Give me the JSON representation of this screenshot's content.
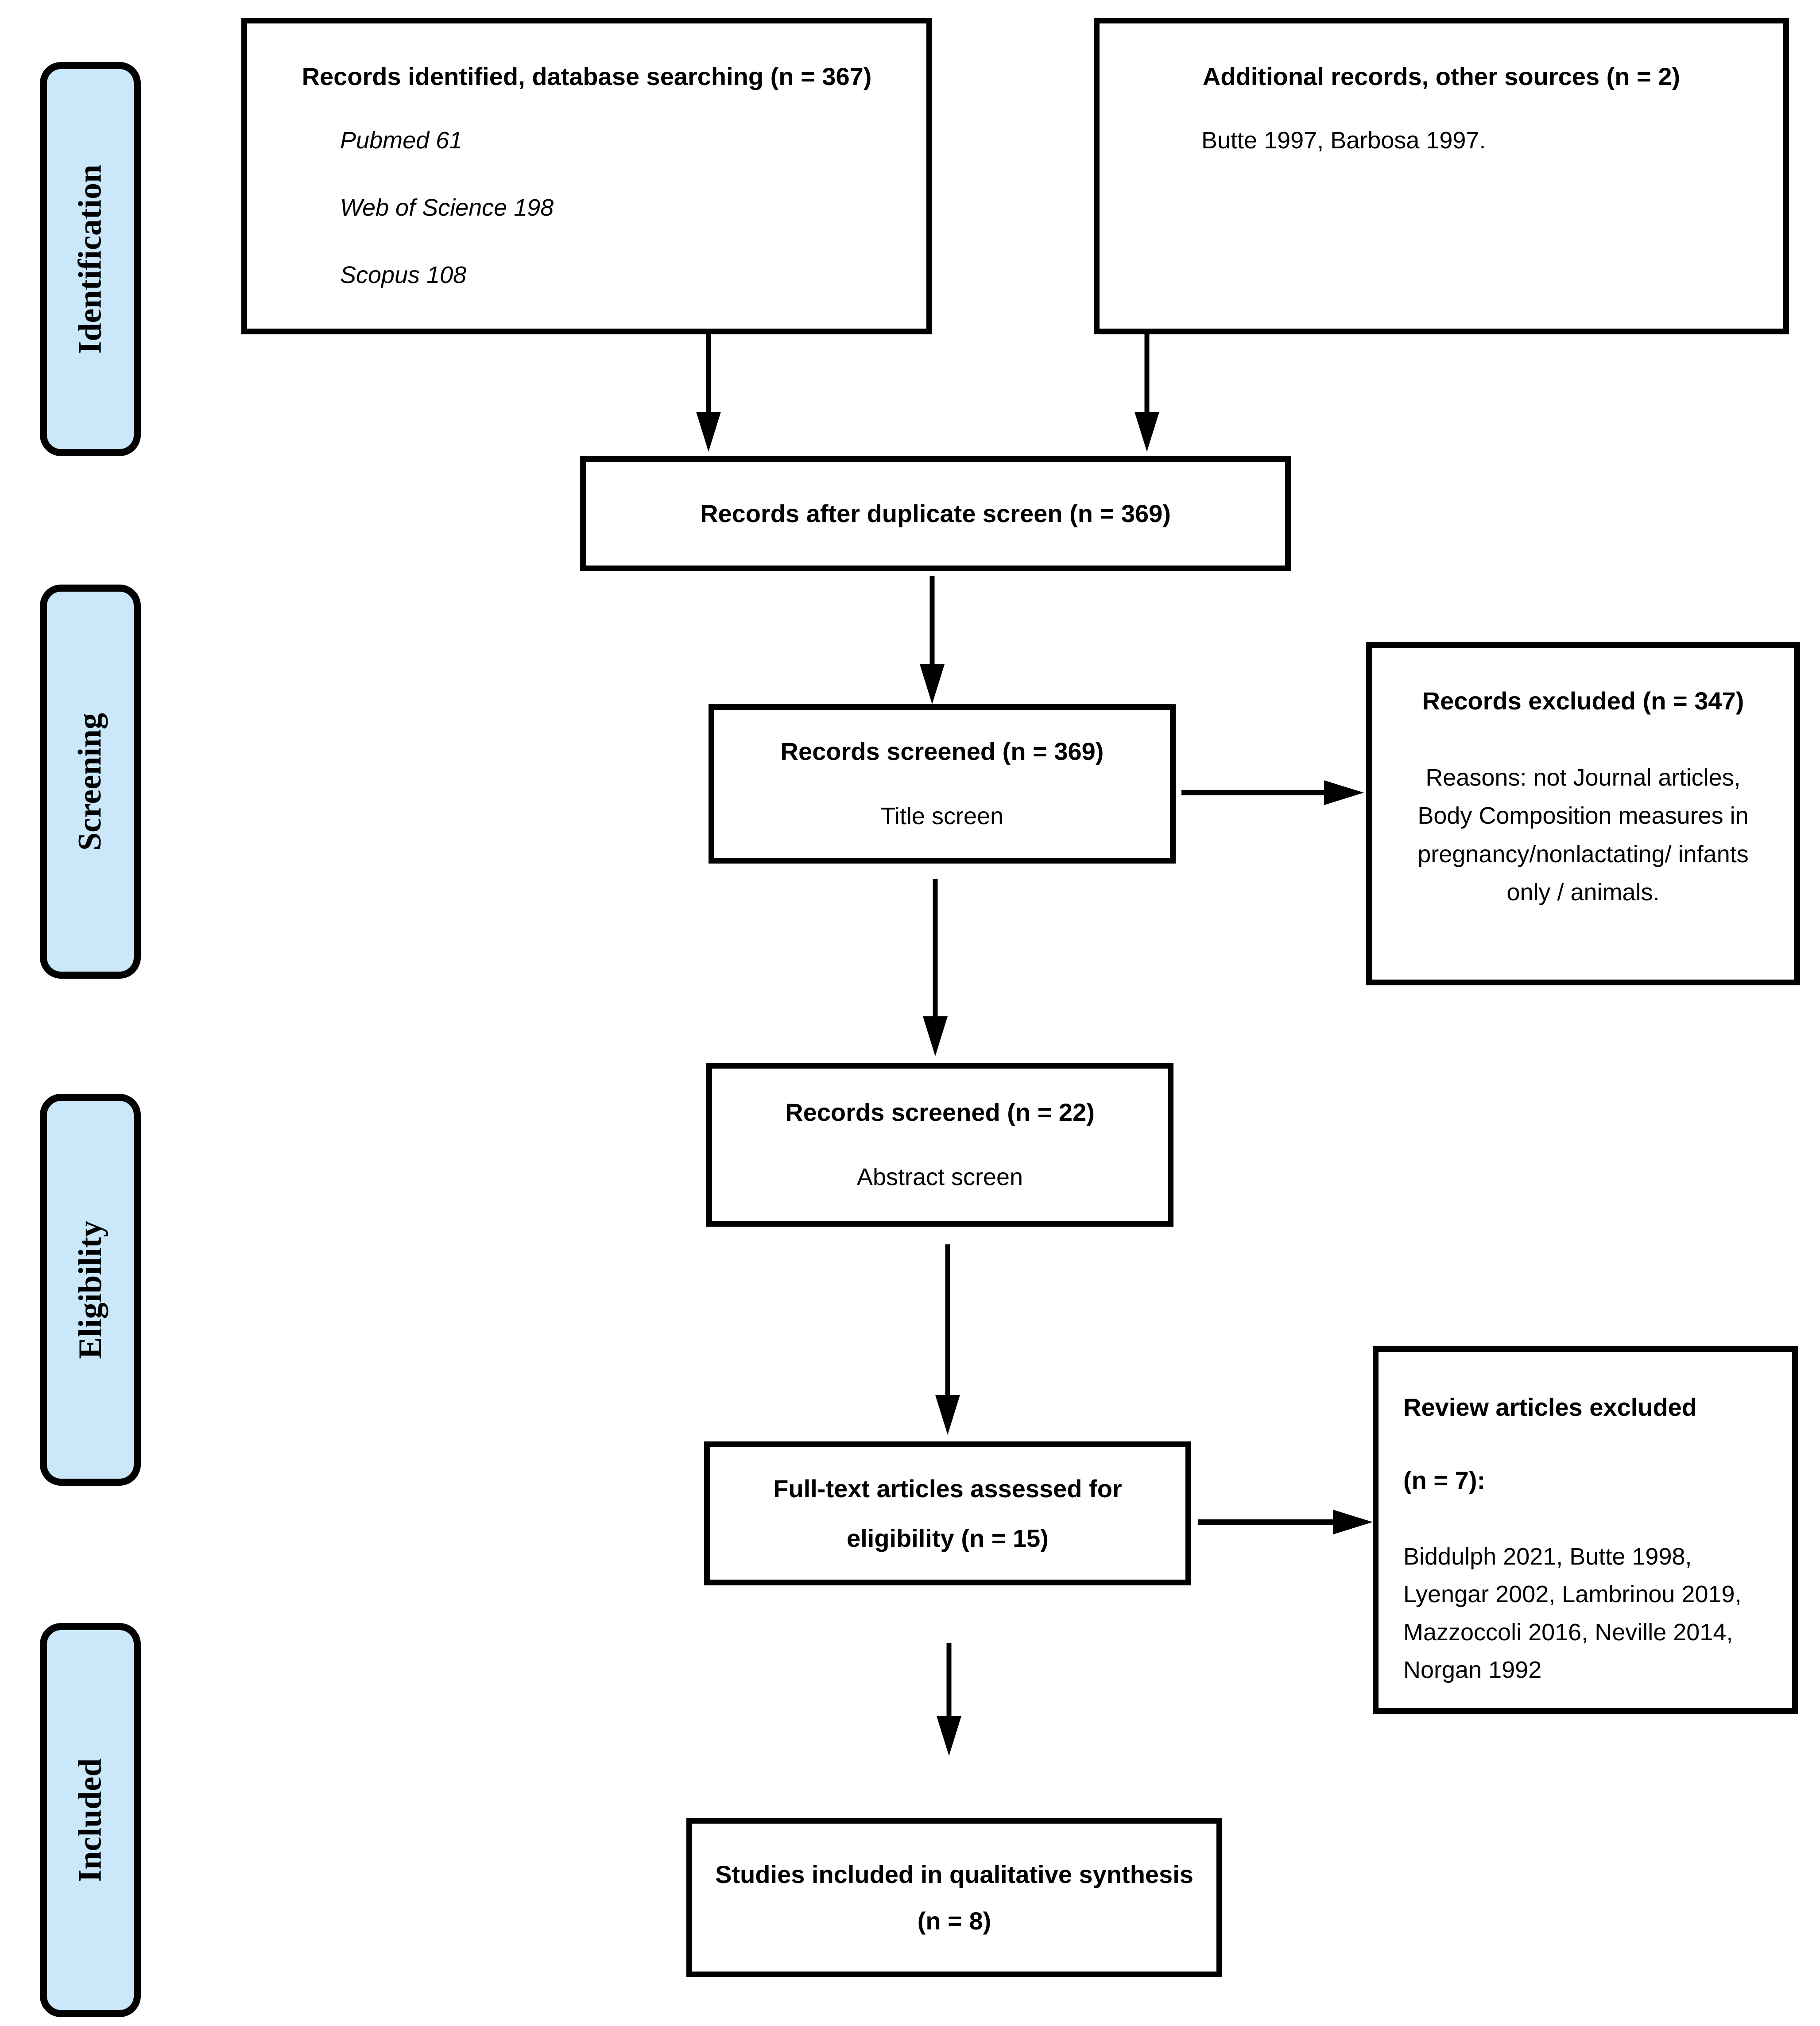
{
  "colors": {
    "stage_fill": "#CAE8FA",
    "line": "#000000",
    "background": "#FFFFFF"
  },
  "stages": [
    {
      "label": "Identification"
    },
    {
      "label": "Screening"
    },
    {
      "label": "Eligibility"
    },
    {
      "label": "Included"
    }
  ],
  "boxes": {
    "records_identified": {
      "title": "Records identified, database searching (n = 367)",
      "sources": [
        "Pubmed 61",
        "Web of Science 198",
        "Scopus 108"
      ]
    },
    "additional_records": {
      "title": "Additional records, other sources (n = 2)",
      "sources": [
        "Butte 1997, Barbosa 1997."
      ]
    },
    "after_duplicates": {
      "title": "Records after duplicate screen (n = 369)"
    },
    "title_screen": {
      "title": "Records screened (n = 369)",
      "subtitle": "Title screen"
    },
    "records_excluded": {
      "title": "Records excluded (n = 347)",
      "reason_lines": [
        "Reasons: not Journal articles,",
        "Body Composition measures in",
        "pregnancy/nonlactating/ infants",
        "only / animals."
      ]
    },
    "abstract_screen": {
      "title": "Records screened (n = 22)",
      "subtitle": "Abstract screen"
    },
    "full_text": {
      "title_lines": [
        "Full-text articles assessed for",
        "eligibility (n = 15)"
      ]
    },
    "review_excluded": {
      "title": "Review articles excluded",
      "count": "(n = 7):",
      "article_lines": [
        "Biddulph 2021, Butte 1998,",
        "Lyengar 2002, Lambrinou 2019,",
        "Mazzoccoli 2016, Neville 2014,",
        "Norgan 1992"
      ]
    },
    "qualitative_synthesis": {
      "title_lines": [
        "Studies included in qualitative synthesis",
        "(n = 8)"
      ]
    }
  }
}
